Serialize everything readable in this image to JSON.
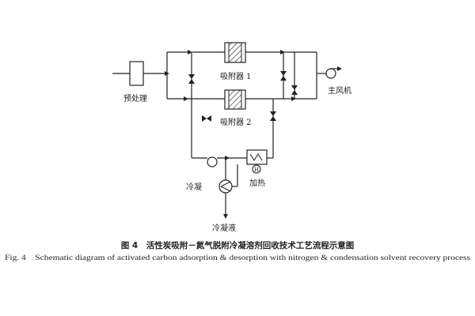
{
  "labels": {
    "pretreatment": "预处理",
    "adsorber_1": "吸附器 1",
    "adsorber_2": "吸附器 2",
    "main_fan": "主风机",
    "condenser": "冷凝",
    "heater": "加热",
    "condensate": "冷凝液",
    "heater_mark": "H"
  },
  "caption": {
    "cn": "图 4　活性炭吸附－氮气脱附冷凝溶剂回收技术工艺流程示意图",
    "en": "Fig. 4　Schematic diagram of activated carbon adsorption & desorption with nitrogen & condensation solvent recovery process"
  }
}
